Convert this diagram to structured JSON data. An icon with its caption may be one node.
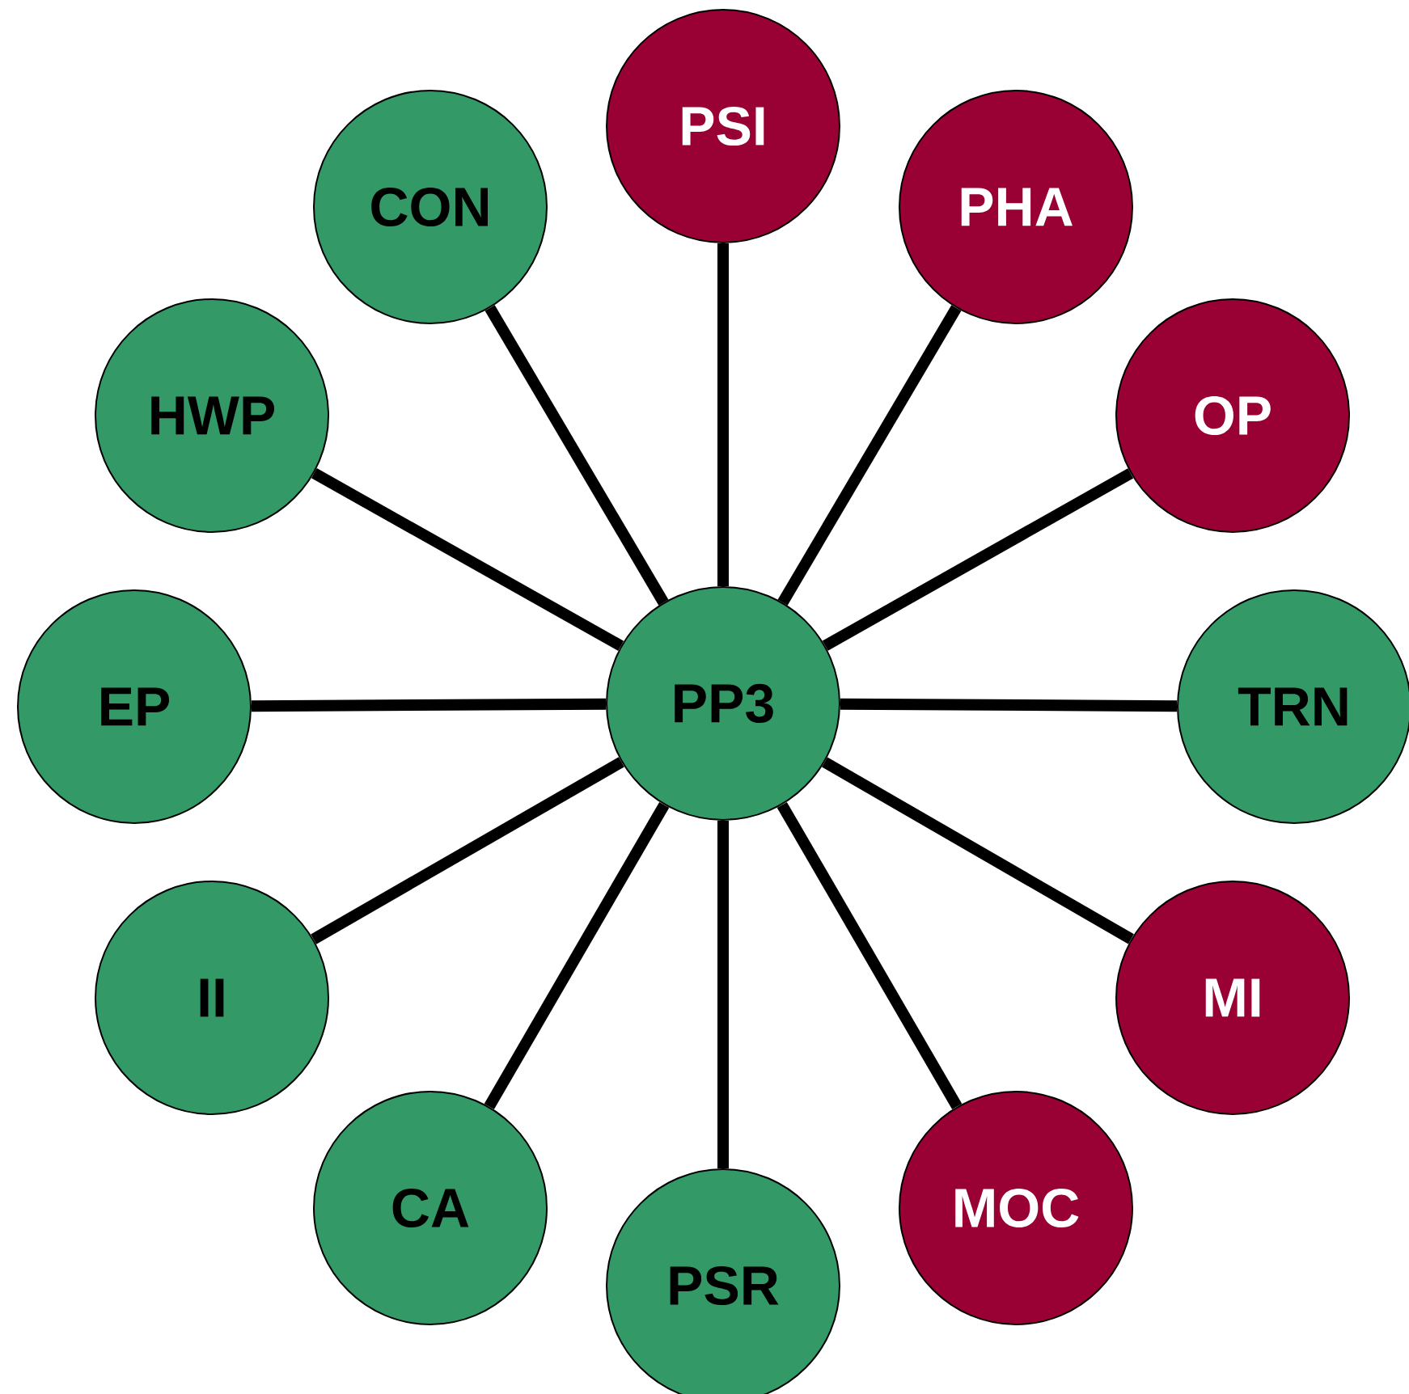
{
  "diagram": {
    "nodes": [
      {
        "text": [
          "PP3"
        ]
      },
      {
        "text": [
          "PSI"
        ]
      },
      {
        "text": [
          "PHA"
        ]
      },
      {
        "text": [
          "OP"
        ]
      },
      {
        "text": [
          "TRN"
        ]
      },
      {
        "text": [
          "MI"
        ]
      },
      {
        "text": [
          "MOC"
        ]
      },
      {
        "text": [
          "PSR"
        ]
      },
      {
        "text": [
          "CA"
        ]
      },
      {
        "text": [
          "II"
        ]
      },
      {
        "text": [
          "EP"
        ]
      },
      {
        "text": [
          "HWP"
        ]
      },
      {
        "text": [
          "CON"
        ]
      }
    ],
    "edges": [
      {
        "from": 0,
        "to": 1,
        "arrow": "none"
      },
      {
        "from": 0,
        "to": 2,
        "arrow": "none"
      },
      {
        "from": 0,
        "to": 3,
        "arrow": "none"
      },
      {
        "from": 0,
        "to": 4,
        "arrow": "none"
      },
      {
        "from": 0,
        "to": 5,
        "arrow": "none"
      },
      {
        "from": 0,
        "to": 6,
        "arrow": "none"
      },
      {
        "from": 0,
        "to": 7,
        "arrow": "none"
      },
      {
        "from": 0,
        "to": 8,
        "arrow": "none"
      },
      {
        "from": 0,
        "to": 9,
        "arrow": "none"
      },
      {
        "from": 0,
        "to": 10,
        "arrow": "none"
      },
      {
        "from": 0,
        "to": 11,
        "arrow": "none"
      },
      {
        "from": 0,
        "to": 12,
        "arrow": "none"
      }
    ]
  }
}
